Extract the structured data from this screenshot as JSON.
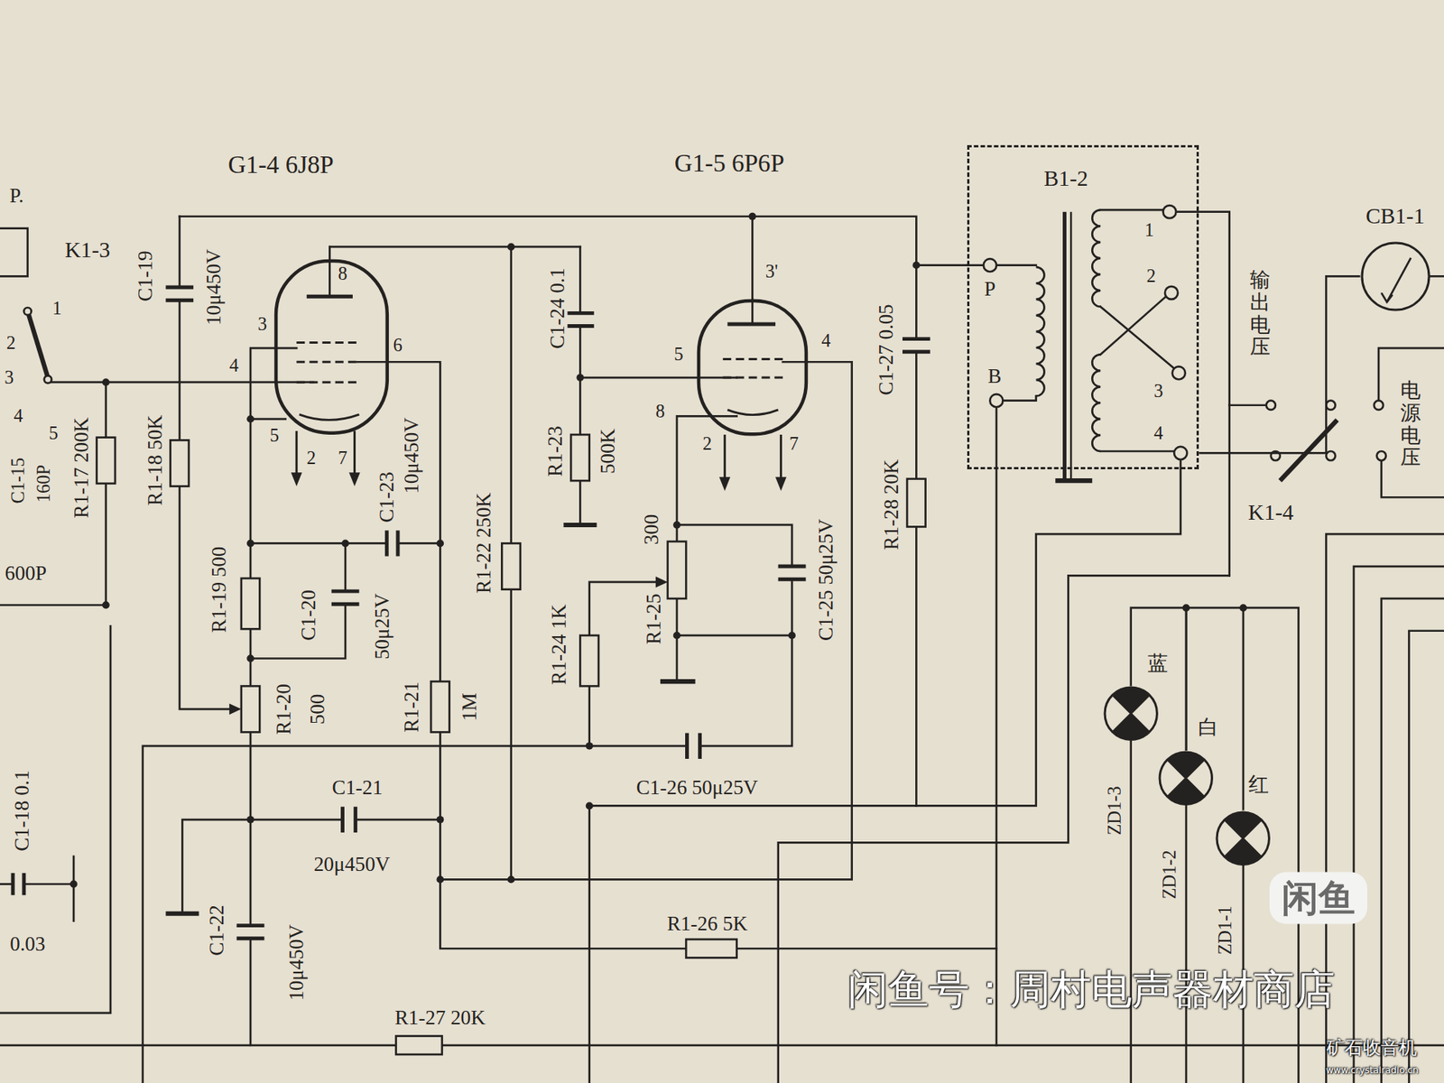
{
  "diagram": {
    "nodes": [
      {
        "text": [
          "G1-4 6J8P"
        ]
      },
      {
        "text": [
          "G1-5 6P6P"
        ]
      },
      {
        "text": [
          "B1-2"
        ]
      },
      {
        "text": [
          "CB1-1"
        ]
      },
      {
        "text": [
          "蓝",
          "ZD1-3"
        ]
      },
      {
        "text": [
          "白",
          "ZD1-2"
        ]
      },
      {
        "text": [
          "红",
          "ZD1-1"
        ]
      }
    ],
    "edges": [
      {
        "from": 1,
        "to": 2,
        "arrow": "none"
      },
      {
        "from": 2,
        "to": 3,
        "arrow": "none"
      },
      {
        "from": 4,
        "to": 5,
        "arrow": "none"
      },
      {
        "from": 5,
        "to": 6,
        "arrow": "none"
      }
    ],
    "labels": [
      "P.",
      "K1-3",
      "1",
      "2",
      "3",
      "4",
      "5",
      "C1-15",
      "160P",
      "R1-17 200K",
      "600P",
      "C1-18 0.1",
      "0.03",
      "C1-19",
      "10μ450V",
      "8",
      "3",
      "4",
      "6",
      "5",
      "2",
      "7",
      "R1-18 50K",
      "C1-23",
      "10μ450V",
      "R1-19 500",
      "C1-20",
      "50μ25V",
      "R1-20",
      "500",
      "R1-21",
      "1M",
      "R1-22 250K",
      "C1-24 0.1",
      "R1-23",
      "500K",
      "3'",
      "5",
      "4",
      "8",
      "2",
      "7",
      "300",
      "R1-25",
      "R1-24 1K",
      "C1-25 50μ25V",
      "C1-26 50μ25V",
      "C1-21",
      "20μ450V",
      "C1-22",
      "10μ450V",
      "R1-26 5K",
      "R1-27 20K",
      "C1-27 0.05",
      "R1-28 20K",
      "P",
      "B",
      "1",
      "2",
      "3",
      "4",
      "输出电压",
      "电源电压",
      "K1-4",
      "闲鱼",
      "闲鱼号：周村电声器材商店",
      "矿石收音机",
      "www.crystalradio.cn"
    ]
  }
}
